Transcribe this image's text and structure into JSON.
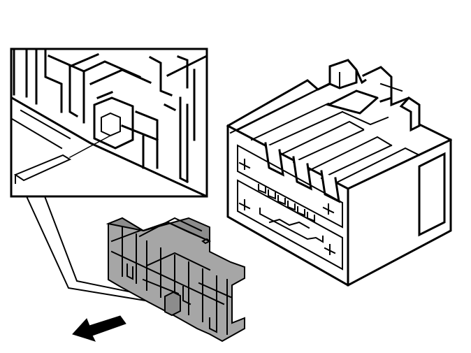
{
  "figure": {
    "description_visible_text": "",
    "colors": {
      "line": "#000000",
      "background": "#ffffff",
      "highlighted_part": "#a6a6a6",
      "arrow": "#000000"
    },
    "parts": [
      {
        "name": "connector-housing",
        "icon": "connector-housing-drawing"
      },
      {
        "name": "terminal-lock",
        "icon": "terminal-lock-drawing"
      },
      {
        "name": "detail-view",
        "icon": "magnified-detail-drawing"
      },
      {
        "name": "removal-arrow",
        "icon": "arrow-down-left-icon"
      }
    ]
  }
}
